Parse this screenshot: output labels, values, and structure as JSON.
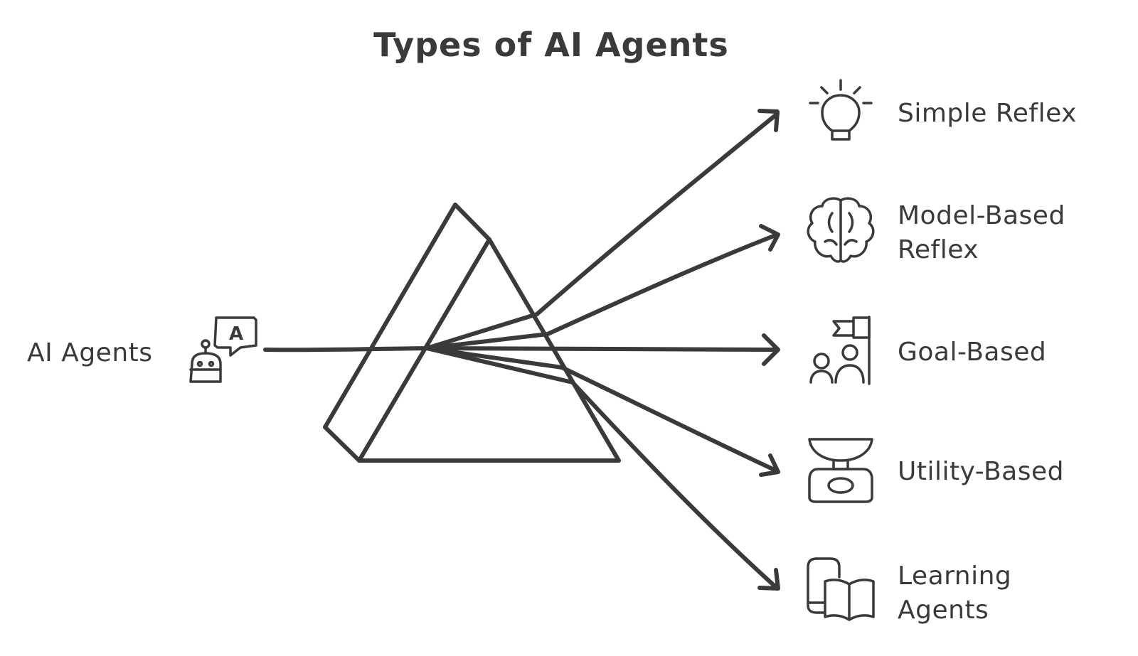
{
  "title": "Types of AI Agents",
  "source": {
    "label": "AI Agents",
    "icon": "robot-chat-icon",
    "bubble_letter": "A"
  },
  "agent_types": [
    {
      "label": "Simple Reflex",
      "icon": "lightbulb-icon"
    },
    {
      "label": "Model-Based\nReflex",
      "icon": "brain-icon"
    },
    {
      "label": "Goal-Based",
      "icon": "goal-flag-people-icon"
    },
    {
      "label": "Utility-Based",
      "icon": "scale-icon"
    },
    {
      "label": "Learning\nAgents",
      "icon": "phone-book-icon"
    }
  ],
  "colors": {
    "ink": "#3a3a3c",
    "background": "#ffffff"
  }
}
